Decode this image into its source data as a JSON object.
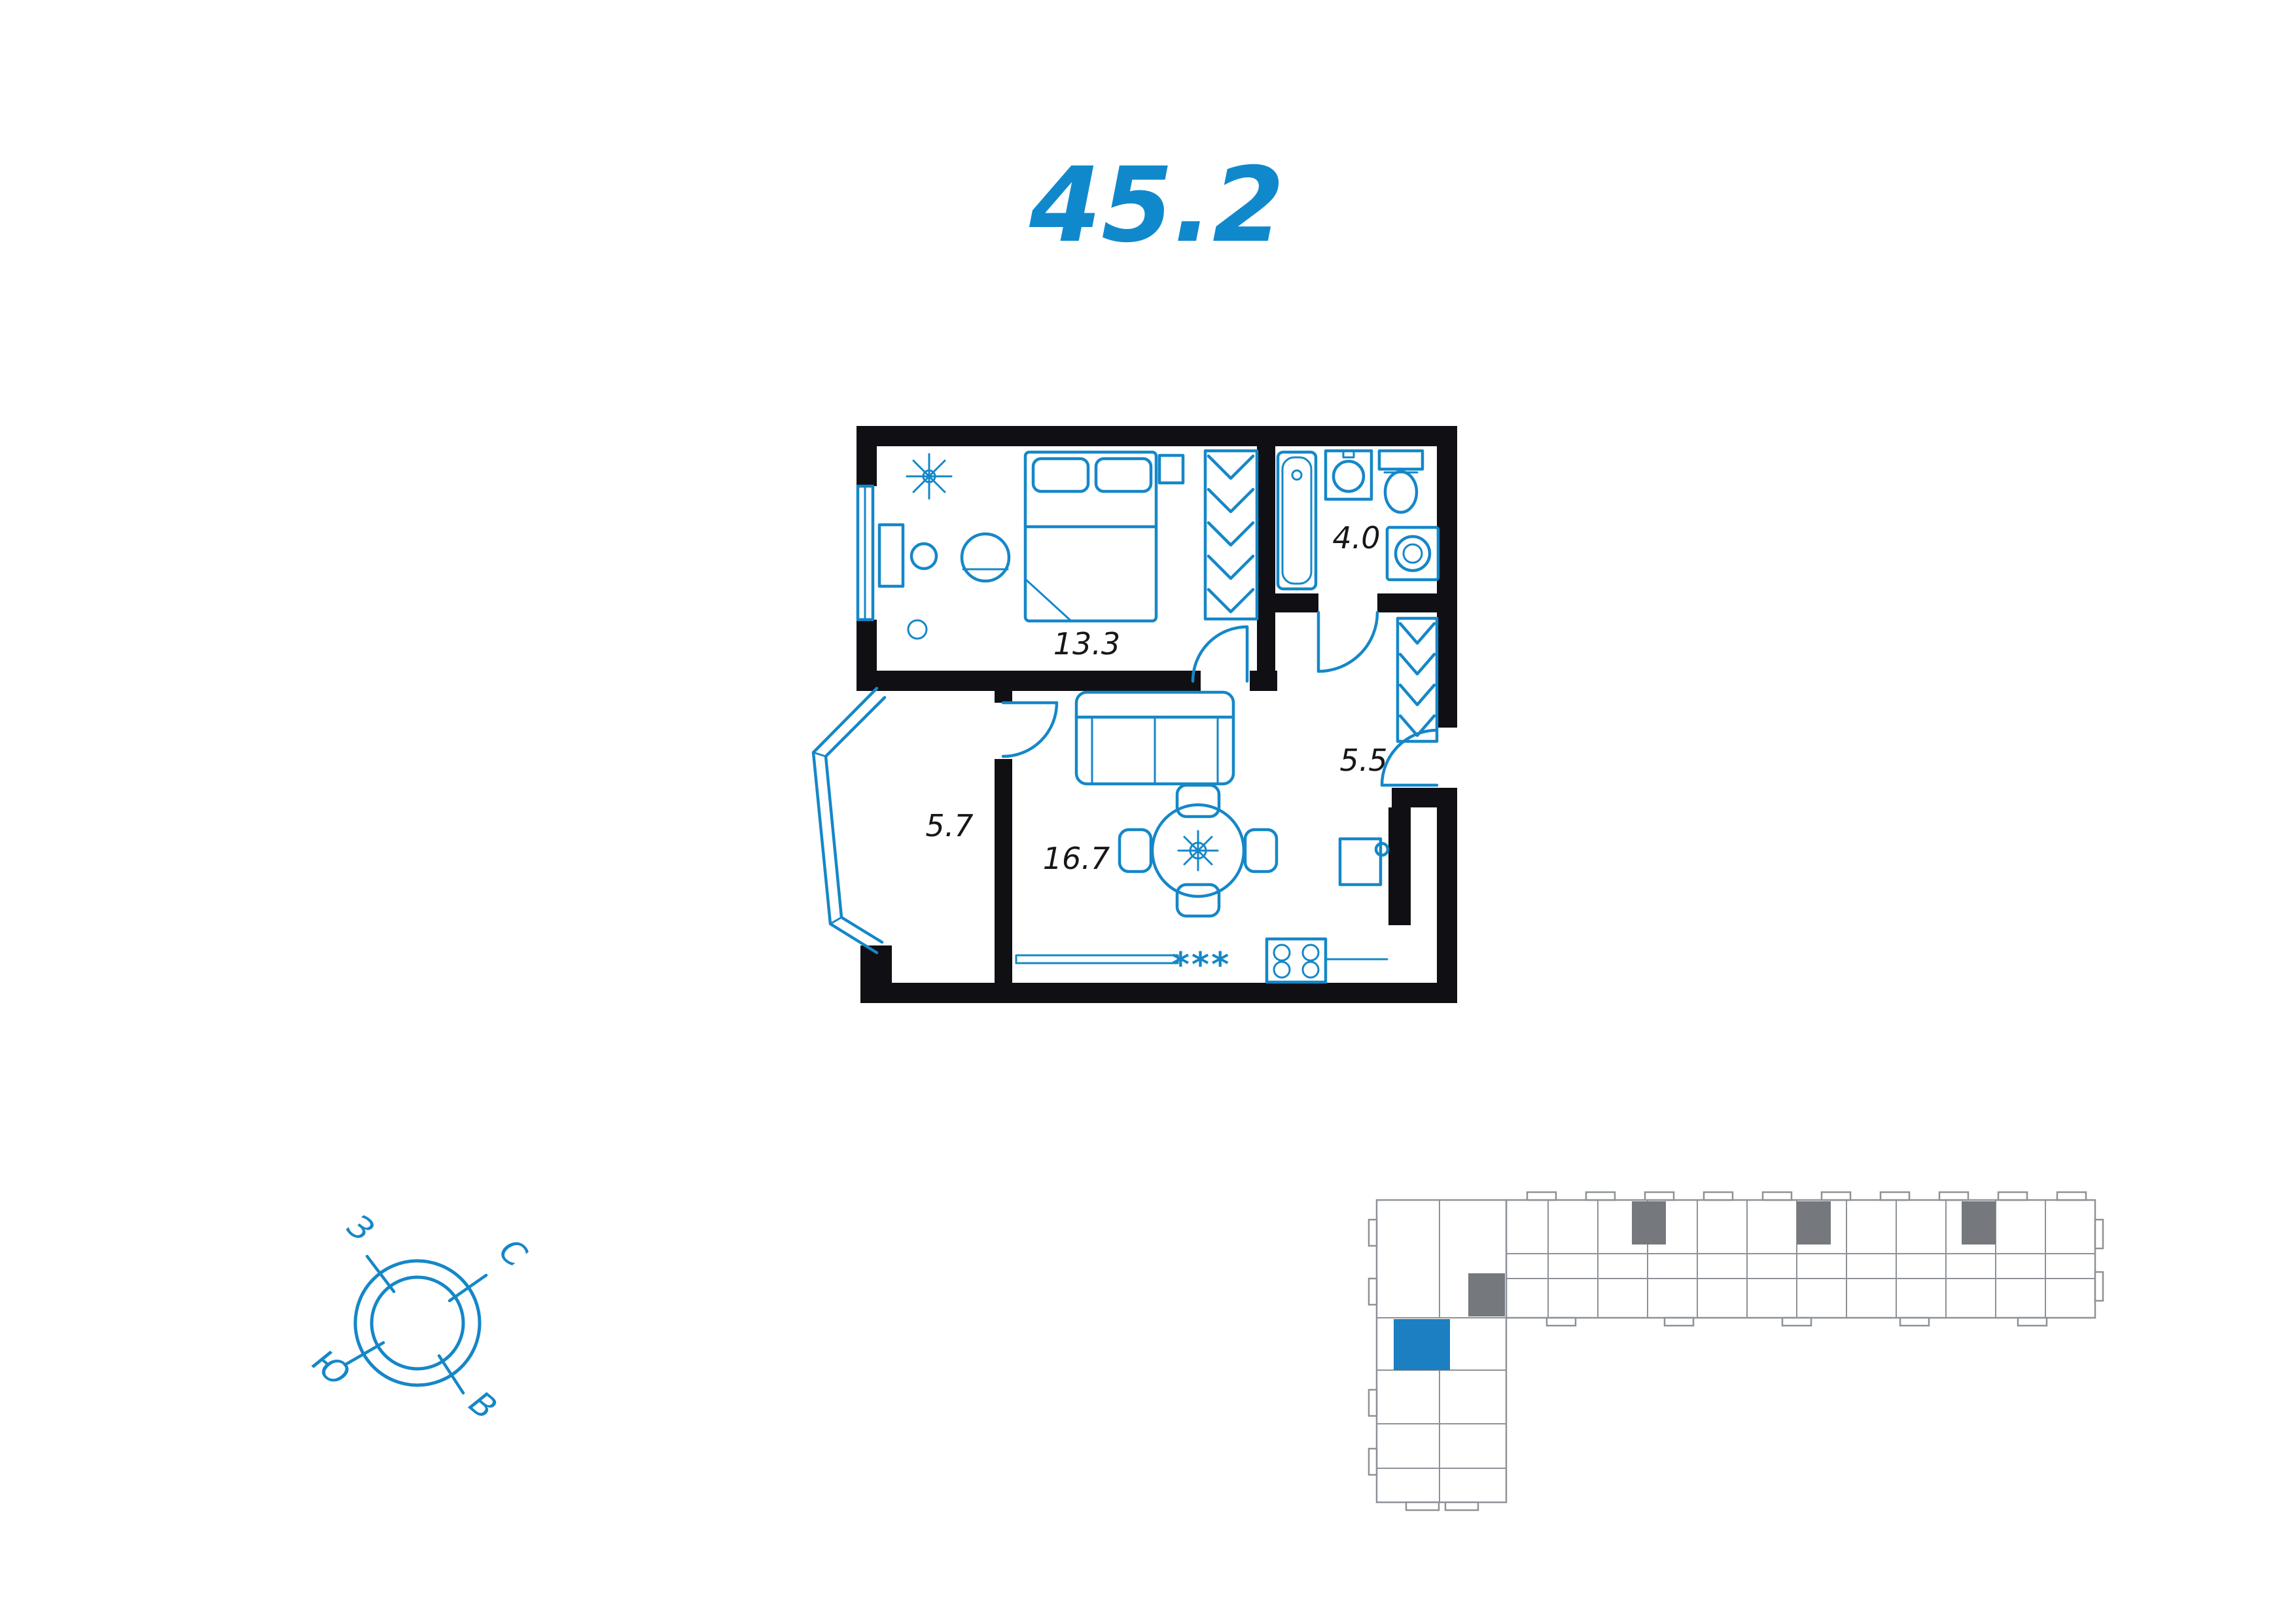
{
  "title": "45.2",
  "floor_plan": {
    "rooms": [
      {
        "id": "bedroom",
        "area": "13.3"
      },
      {
        "id": "bathroom",
        "area": "4.0"
      },
      {
        "id": "hallway",
        "area": "5.5"
      },
      {
        "id": "room-5-7",
        "area": "5.7"
      },
      {
        "id": "kitchen-living",
        "area": "16.7"
      }
    ],
    "counter_marking": "***"
  },
  "compass": {
    "west_label": "З",
    "north_label": "С",
    "south_label": "Ю",
    "east_label": "В"
  },
  "colors": {
    "accent": "#1089CC",
    "plan_line": "#1587C8",
    "wall": "#101014",
    "site_outline": "#8D9298",
    "site_highlight": "#1B7FC2"
  }
}
